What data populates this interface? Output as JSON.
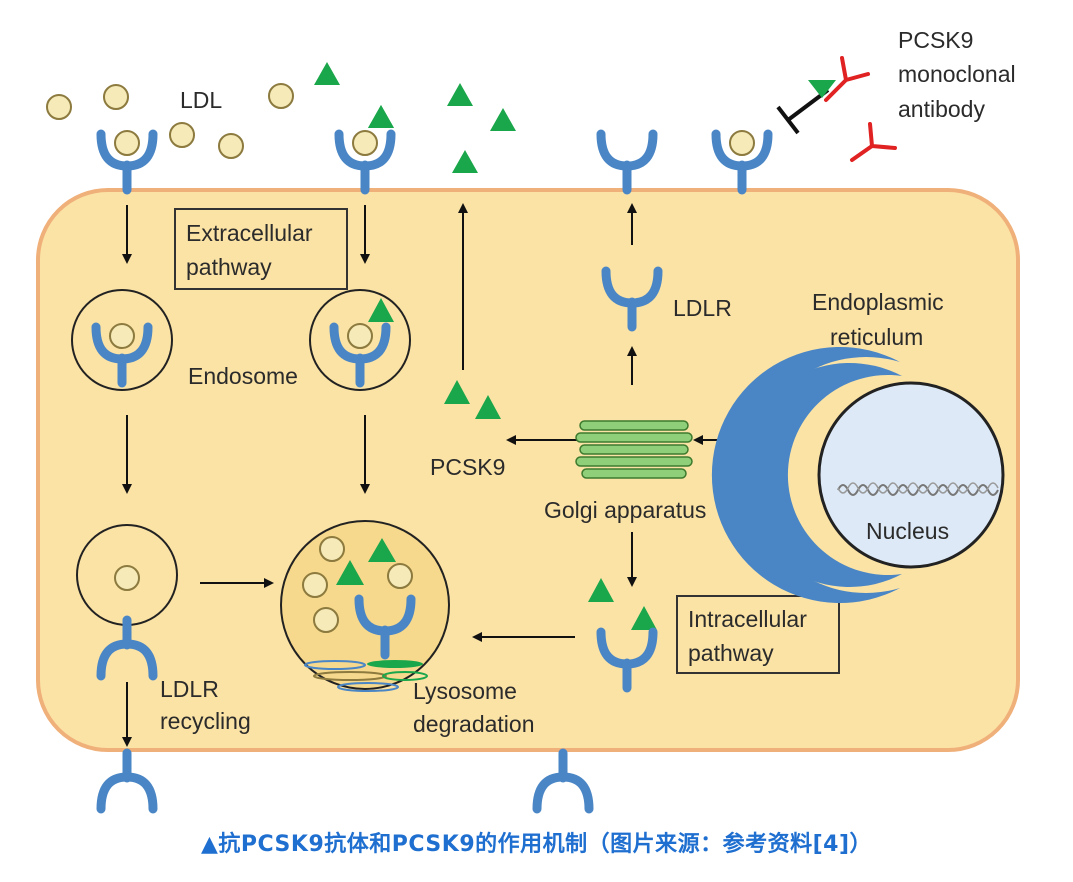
{
  "labels": {
    "ldl": "LDL",
    "extracellular_line1": "Extracellular",
    "extracellular_line2": "pathway",
    "endosome": "Endosome",
    "pcsk9": "PCSK9",
    "ldlr": "LDLR",
    "er_line1": "Endoplasmic",
    "er_line2": "reticulum",
    "nucleus": "Nucleus",
    "golgi": "Golgi apparatus",
    "intracellular_line1": "Intracellular",
    "intracellular_line2": "pathway",
    "recycling_line1": "LDLR",
    "recycling_line2": "recycling",
    "lysosome_line1": "Lysosome",
    "lysosome_line2": "degradation",
    "antibody_line1": "PCSK9",
    "antibody_line2": "monoclonal",
    "antibody_line3": "antibody"
  },
  "caption": "▲抗PCSK9抗体和PCSK9的作用机制（图片来源：参考资料[4]）",
  "colors": {
    "cell_fill": "#fbe3a6",
    "cell_border": "#f0b07a",
    "receptor": "#4a86c5",
    "ldl_fill": "#f5eab8",
    "ldl_stroke": "#8c7a3e",
    "pcsk9": "#1aa64a",
    "antibody": "#e02222",
    "golgi": "#8fcf7a",
    "nucleus": "#dde9f6",
    "er": "#4a86c5",
    "caption": "#1f6fd0"
  }
}
